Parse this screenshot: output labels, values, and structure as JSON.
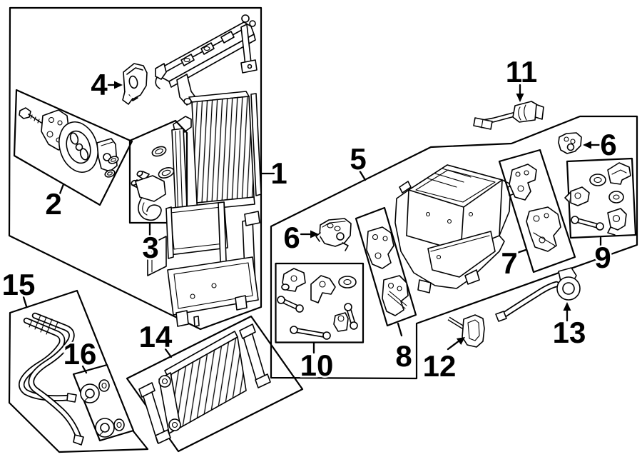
{
  "diagram": {
    "kind": "exploded-parts-diagram",
    "colors": {
      "background": "#ffffff",
      "line_art": "#000000",
      "label_text": "#000000"
    },
    "callouts": [
      {
        "label": "1"
      },
      {
        "label": "2"
      },
      {
        "label": "3"
      },
      {
        "label": "4"
      },
      {
        "label": "5"
      },
      {
        "label": "6"
      },
      {
        "label": "6"
      },
      {
        "label": "7"
      },
      {
        "label": "8"
      },
      {
        "label": "9"
      },
      {
        "label": "10"
      },
      {
        "label": "11"
      },
      {
        "label": "12"
      },
      {
        "label": "13"
      },
      {
        "label": "14"
      },
      {
        "label": "15"
      },
      {
        "label": "16"
      }
    ]
  }
}
